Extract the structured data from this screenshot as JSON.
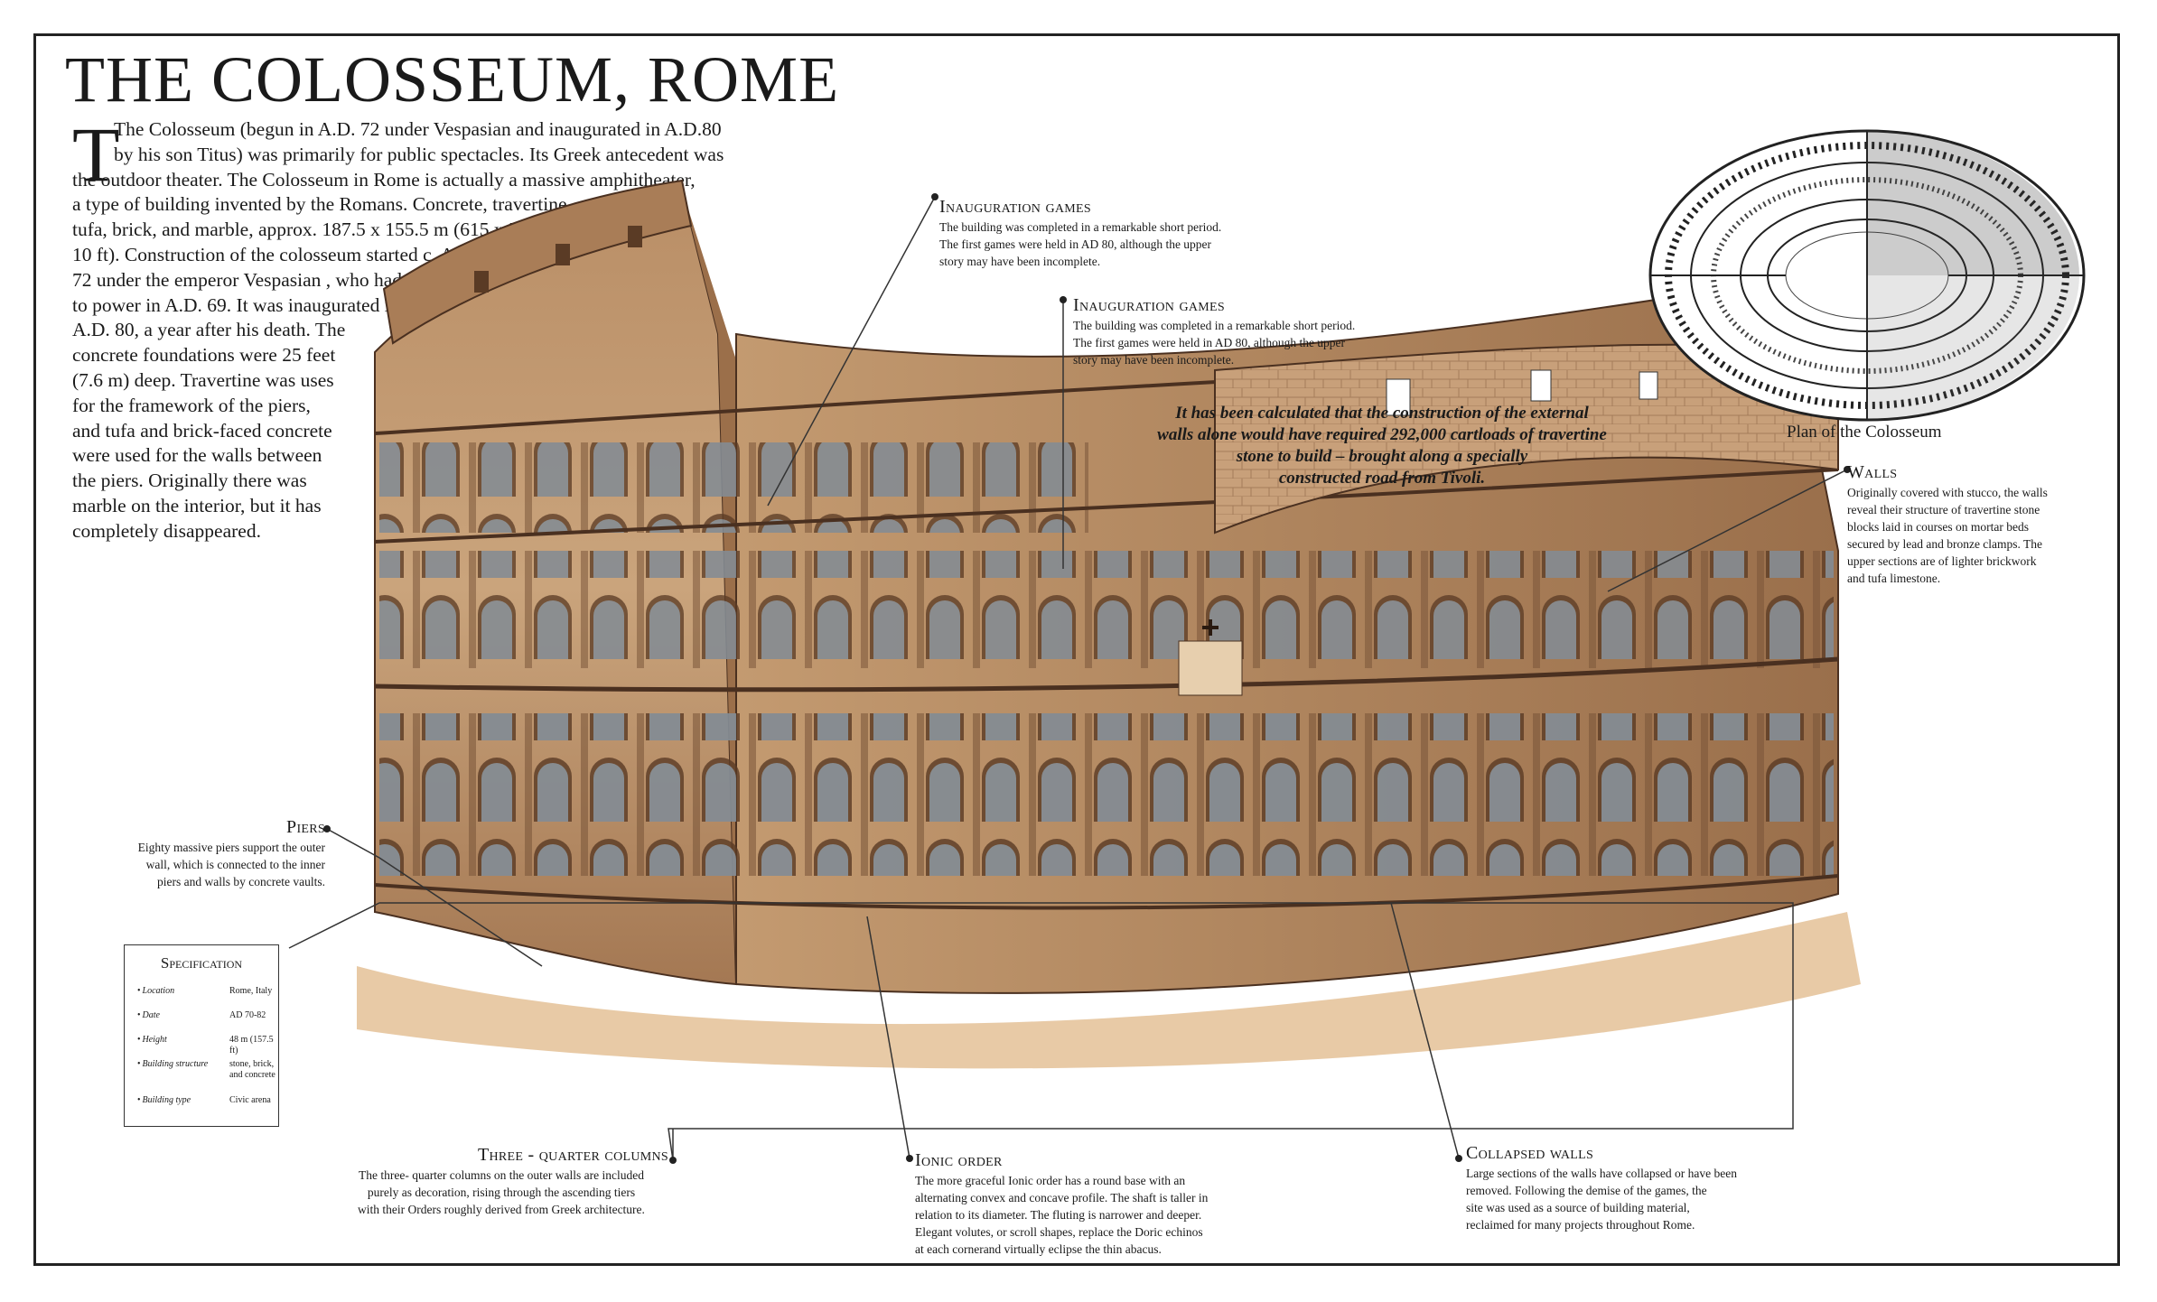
{
  "title": "THE COLOSSEUM, ROME",
  "intro": {
    "dropcap": "T",
    "lines": [
      "The Colosseum (begun in A.D. 72 under Vespasian and inaugurated in A.D.80",
      "by his son Titus) was primarily for public spectacles. Its Greek antecedent was",
      "the outdoor theater. The Colosseum in Rome is actually a massive amphitheater,",
      "a type of building invented by the Romans. Concrete, travertine,",
      "tufa, brick, and marble, approx. 187.5 x 155.5 m (615 x 5",
      "10 ft). Construction of the colosseum started c. A.D.",
      "72 under the emperor Vespasian , who had come",
      "to power in A.D. 69. It was inaugurated in",
      "A.D. 80, a year after his death. The",
      "concrete foundations were 25 feet",
      "(7.6 m) deep. Travertine was uses",
      "for the framework of the piers,",
      "and tufa and brick-faced concrete",
      "were used for the walls between",
      "the piers. Originally there was",
      "marble on the interior, but it has",
      "completely disappeared."
    ]
  },
  "callouts": {
    "inauguration_1": {
      "heading": "Inauguration games",
      "lines": [
        "The building was completed in a remarkable short period.",
        "The first games were held in AD 80, although the upper",
        "story may have been incomplete."
      ]
    },
    "inauguration_2": {
      "heading": "Inauguration games",
      "lines": [
        "The building was completed in a remarkable short period.",
        "The first games were held in AD 80, although the upper",
        "story may have been incomplete."
      ]
    },
    "walls": {
      "heading": "Walls",
      "lines": [
        "Originally covered with stucco, the walls",
        "reveal their structure of travertine stone",
        "blocks laid in courses on mortar beds",
        "secured by lead and bronze clamps. The",
        "upper sections are of lighter brickwork",
        "and tufa limestone."
      ]
    },
    "piers": {
      "heading": "Piers",
      "lines": [
        "Eighty massive piers support the outer",
        "wall, which is connected to the inner",
        "piers and walls by concrete vaults."
      ]
    },
    "three_quarter": {
      "heading": "Three - quarter columns",
      "lines": [
        "The three- quarter columns on the outer walls are included",
        "purely as decoration, rising through the ascending tiers",
        "with their Orders roughly derived from Greek architecture."
      ]
    },
    "ionic": {
      "heading": "Ionic order",
      "lines": [
        "The more graceful Ionic order has a round base with an",
        "alternating convex and concave profile. The shaft is taller in",
        "relation to its diameter. The fluting is narrower and deeper.",
        "Elegant volutes, or scroll shapes, replace the Doric echinos",
        "at each cornerand virtually eclipse the thin abacus."
      ]
    },
    "collapsed": {
      "heading": "Collapsed walls",
      "lines": [
        "Large sections of the walls have collapsed or have been",
        "removed. Following the demise of the games, the",
        "site was used as a source of building material,",
        "reclaimed for many projects throughout Rome."
      ]
    }
  },
  "quote": {
    "lines": [
      "It has been calculated that the construction of the external",
      "walls alone would have required 292,000 cartloads of travertine",
      "stone to build – brought along a specially",
      "constructed road from Tivoli."
    ]
  },
  "plan_caption": "Plan of the Colosseum",
  "specification": {
    "title": "Specification",
    "rows": [
      {
        "key": "Location",
        "value": "Rome, Italy"
      },
      {
        "key": "Date",
        "value": "AD 70-82"
      },
      {
        "key": "Height",
        "value": "48 m (157.5 ft)"
      },
      {
        "key": "Building structure",
        "value": "stone, brick, and concrete"
      },
      {
        "key": "Building type",
        "value": "Civic arena"
      }
    ]
  },
  "colors": {
    "ink": "#1a1a1a",
    "stone": "#c9a27a",
    "stone_dark": "#7a5538",
    "shadow": "#5a3b25",
    "arch_fill": "#8a98a4",
    "ground": "#e8c9a3"
  }
}
